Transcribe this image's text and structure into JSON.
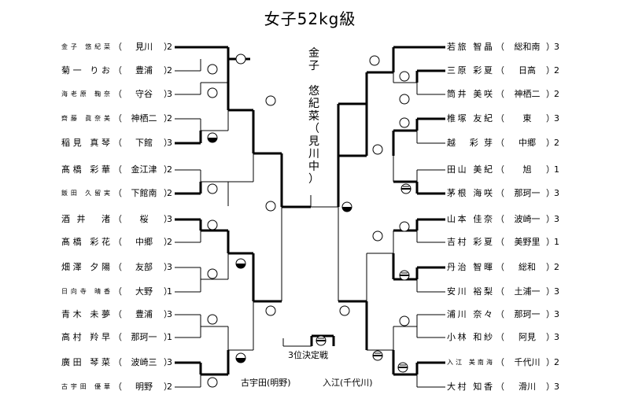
{
  "title": "女子52kg級",
  "left_entries": [
    {
      "name": "金子 悠紀菜",
      "school": "見川",
      "score": "2",
      "small": true
    },
    {
      "name": "菊一 りお",
      "school": "豊浦",
      "score": "2",
      "small": false
    },
    {
      "name": "海老原 鞠奈",
      "school": "守谷",
      "score": "3",
      "small": true
    },
    {
      "name": "齊藤 眞奈美",
      "school": "神栖二",
      "score": "2",
      "small": true
    },
    {
      "name": "稲見 真琴",
      "school": "下館",
      "score": "3",
      "small": false
    },
    {
      "name": "髙橋 彩華",
      "school": "金江津",
      "score": "2",
      "small": false
    },
    {
      "name": "飯田 久留実",
      "school": "下館南",
      "score": "2",
      "small": true
    },
    {
      "name": "酒井 渚",
      "school": "桜",
      "score": "3",
      "small": false
    },
    {
      "name": "髙橋 彩花",
      "school": "中郷",
      "score": "2",
      "small": false
    },
    {
      "name": "畑澤 夕陽",
      "school": "友部",
      "score": "3",
      "small": false
    },
    {
      "name": "日向寺 晴香",
      "school": "大野",
      "score": "1",
      "small": true
    },
    {
      "name": "青木 未夢",
      "school": "豊浦",
      "score": "3",
      "small": false
    },
    {
      "name": "高村 羚早",
      "school": "那珂一",
      "score": "1",
      "small": false
    },
    {
      "name": "廣田 琴菜",
      "school": "波崎三",
      "score": "3",
      "small": false
    },
    {
      "name": "古宇田 優華",
      "school": "明野",
      "score": "2",
      "small": true
    }
  ],
  "right_entries": [
    {
      "name": "若旅 智晶",
      "school": "総和南",
      "score": "3",
      "small": false
    },
    {
      "name": "三原 彩夏",
      "school": "日高",
      "score": "2",
      "small": false
    },
    {
      "name": "筒井 美咲",
      "school": "神栖二",
      "score": "2",
      "small": false
    },
    {
      "name": "椎塚 友紀",
      "school": "東",
      "score": "3",
      "small": false
    },
    {
      "name": "越 彩芽",
      "school": "中郷",
      "score": "2",
      "small": false
    },
    {
      "name": "田山 美紀",
      "school": "旭",
      "score": "1",
      "small": false
    },
    {
      "name": "茅根 海咲",
      "school": "那珂一",
      "score": "3",
      "small": false
    },
    {
      "name": "山本 佳奈",
      "school": "波崎一",
      "score": "3",
      "small": false
    },
    {
      "name": "吉村 彩夏",
      "school": "美野里",
      "score": "1",
      "small": false
    },
    {
      "name": "丹治 智暉",
      "school": "総和",
      "score": "2",
      "small": false
    },
    {
      "name": "安川 裕梨",
      "school": "土浦一",
      "score": "3",
      "small": false
    },
    {
      "name": "浦川 奈々",
      "school": "那珂一",
      "score": "3",
      "small": false
    },
    {
      "name": "小林 和紗",
      "school": "阿見",
      "score": "3",
      "small": false
    },
    {
      "name": "入江 美南海",
      "school": "千代川",
      "score": "2",
      "small": true
    },
    {
      "name": "大村 知香",
      "school": "滑川",
      "score": "3",
      "small": false
    }
  ],
  "champion_chars": [
    "金",
    "子",
    "",
    "悠",
    "紀",
    "菜",
    "（",
    "見",
    "川",
    "中",
    "）"
  ],
  "third_place": {
    "label": "3位決定戦",
    "left": "古宇田(明野)",
    "right": "入江(千代川)"
  },
  "colors": {
    "line": "#000000",
    "thick": "#000000"
  }
}
